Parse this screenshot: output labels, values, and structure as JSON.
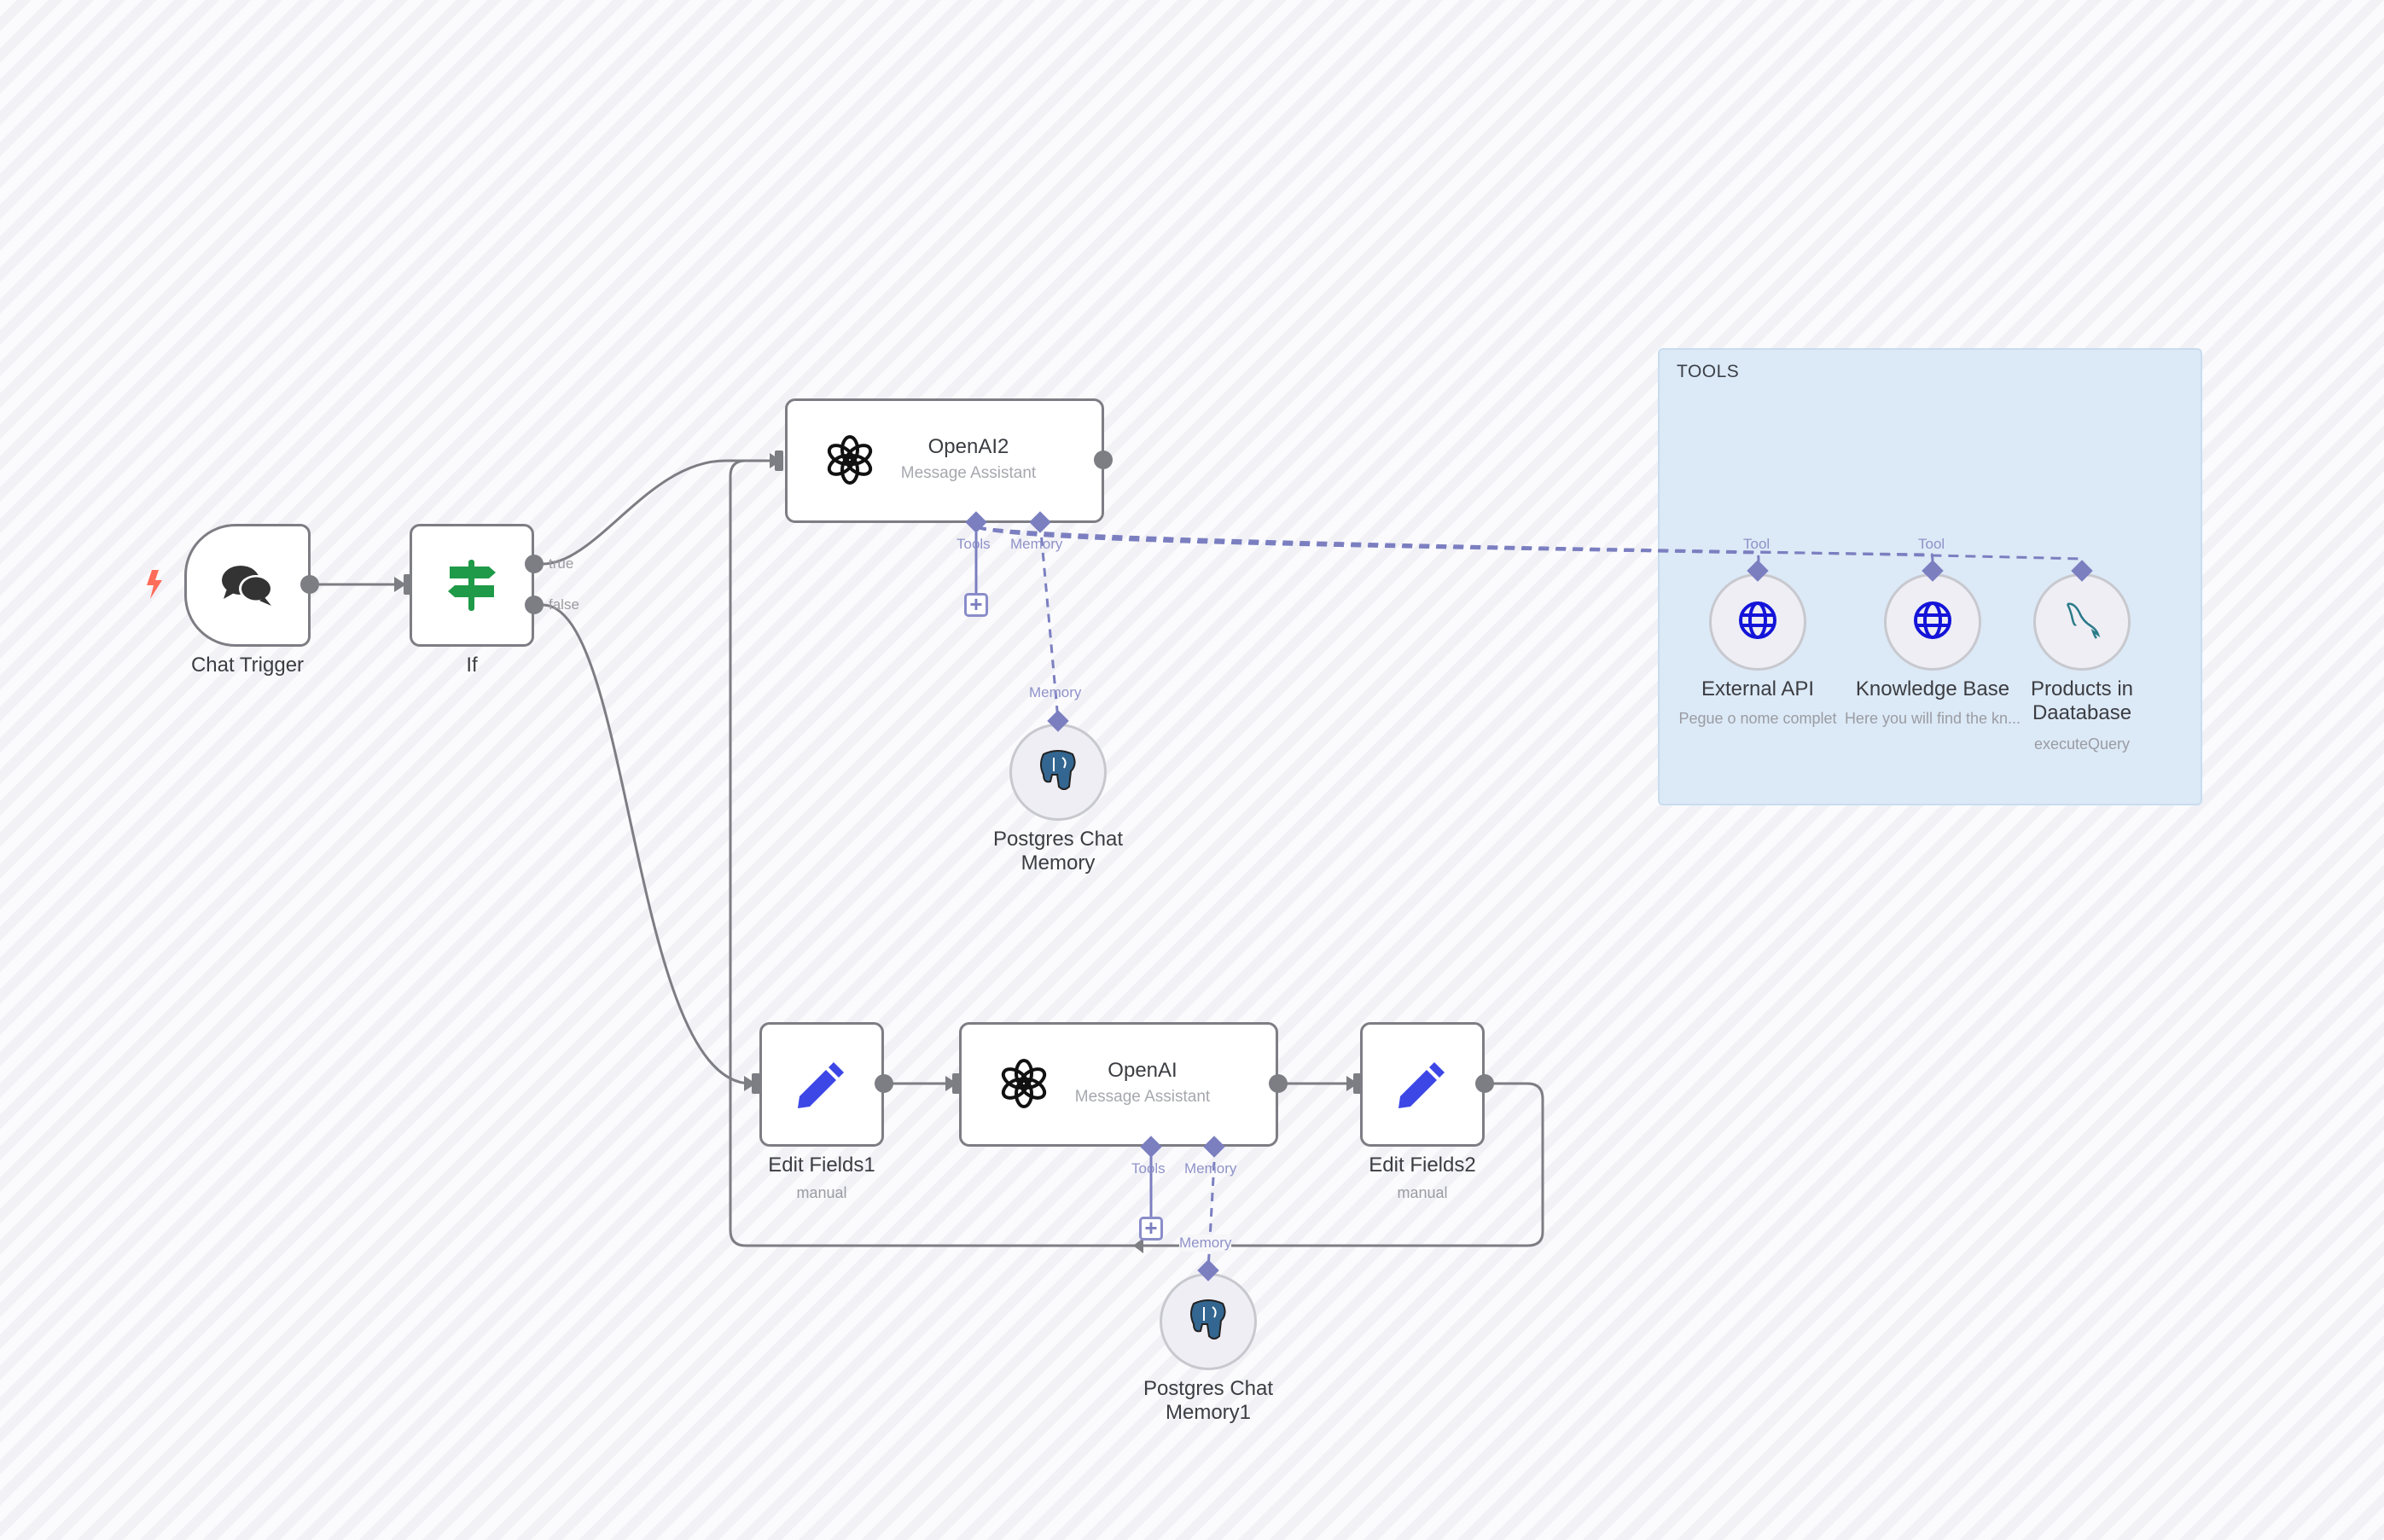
{
  "canvas": {
    "sticky_note": {
      "title": "TOOLS"
    },
    "nodes": {
      "chat_trigger": {
        "label": "Chat Trigger",
        "icon": "chat-bubbles-icon",
        "trigger_icon": "lightning-bolt-icon"
      },
      "if": {
        "label": "If",
        "icon": "signpost-icon",
        "outputs": [
          "true",
          "false"
        ]
      },
      "openai2": {
        "title": "OpenAI2",
        "subtitle": "Message Assistant",
        "icon": "openai-logo-icon"
      },
      "postgres_memory": {
        "label_line1": "Postgres Chat",
        "label_line2": "Memory",
        "icon": "postgres-elephant-icon"
      },
      "edit_fields1": {
        "label": "Edit Fields1",
        "subtitle": "manual",
        "icon": "pencil-icon"
      },
      "openai": {
        "title": "OpenAI",
        "subtitle": "Message Assistant",
        "icon": "openai-logo-icon"
      },
      "edit_fields2": {
        "label": "Edit Fields2",
        "subtitle": "manual",
        "icon": "pencil-icon"
      },
      "postgres_memory1": {
        "label_line1": "Postgres Chat",
        "label_line2": "Memory1",
        "icon": "postgres-elephant-icon"
      },
      "external_api": {
        "label": "External API",
        "subtitle": "Pegue o nome complet",
        "icon": "globe-icon"
      },
      "knowledge_base": {
        "label": "Knowledge Base",
        "subtitle": "Here you will find the kn...",
        "icon": "globe-icon"
      },
      "products_db": {
        "label_line1": "Products in",
        "label_line2": "Daatabase",
        "subtitle": "executeQuery",
        "icon": "mysql-dolphin-icon"
      }
    },
    "port_labels": {
      "tools": "Tools",
      "memory": "Memory",
      "tool": "Tool"
    },
    "add_symbol": "+",
    "colors": {
      "connection": "#7d7d84",
      "ai_connection": "#7b7fc0",
      "trigger_bolt": "#ff6d5a",
      "if_icon": "#1f9a48",
      "pencil_icon": "#3d47e6",
      "globe_icon": "#1414d9",
      "sticky_bg": "#dce9f6"
    }
  }
}
